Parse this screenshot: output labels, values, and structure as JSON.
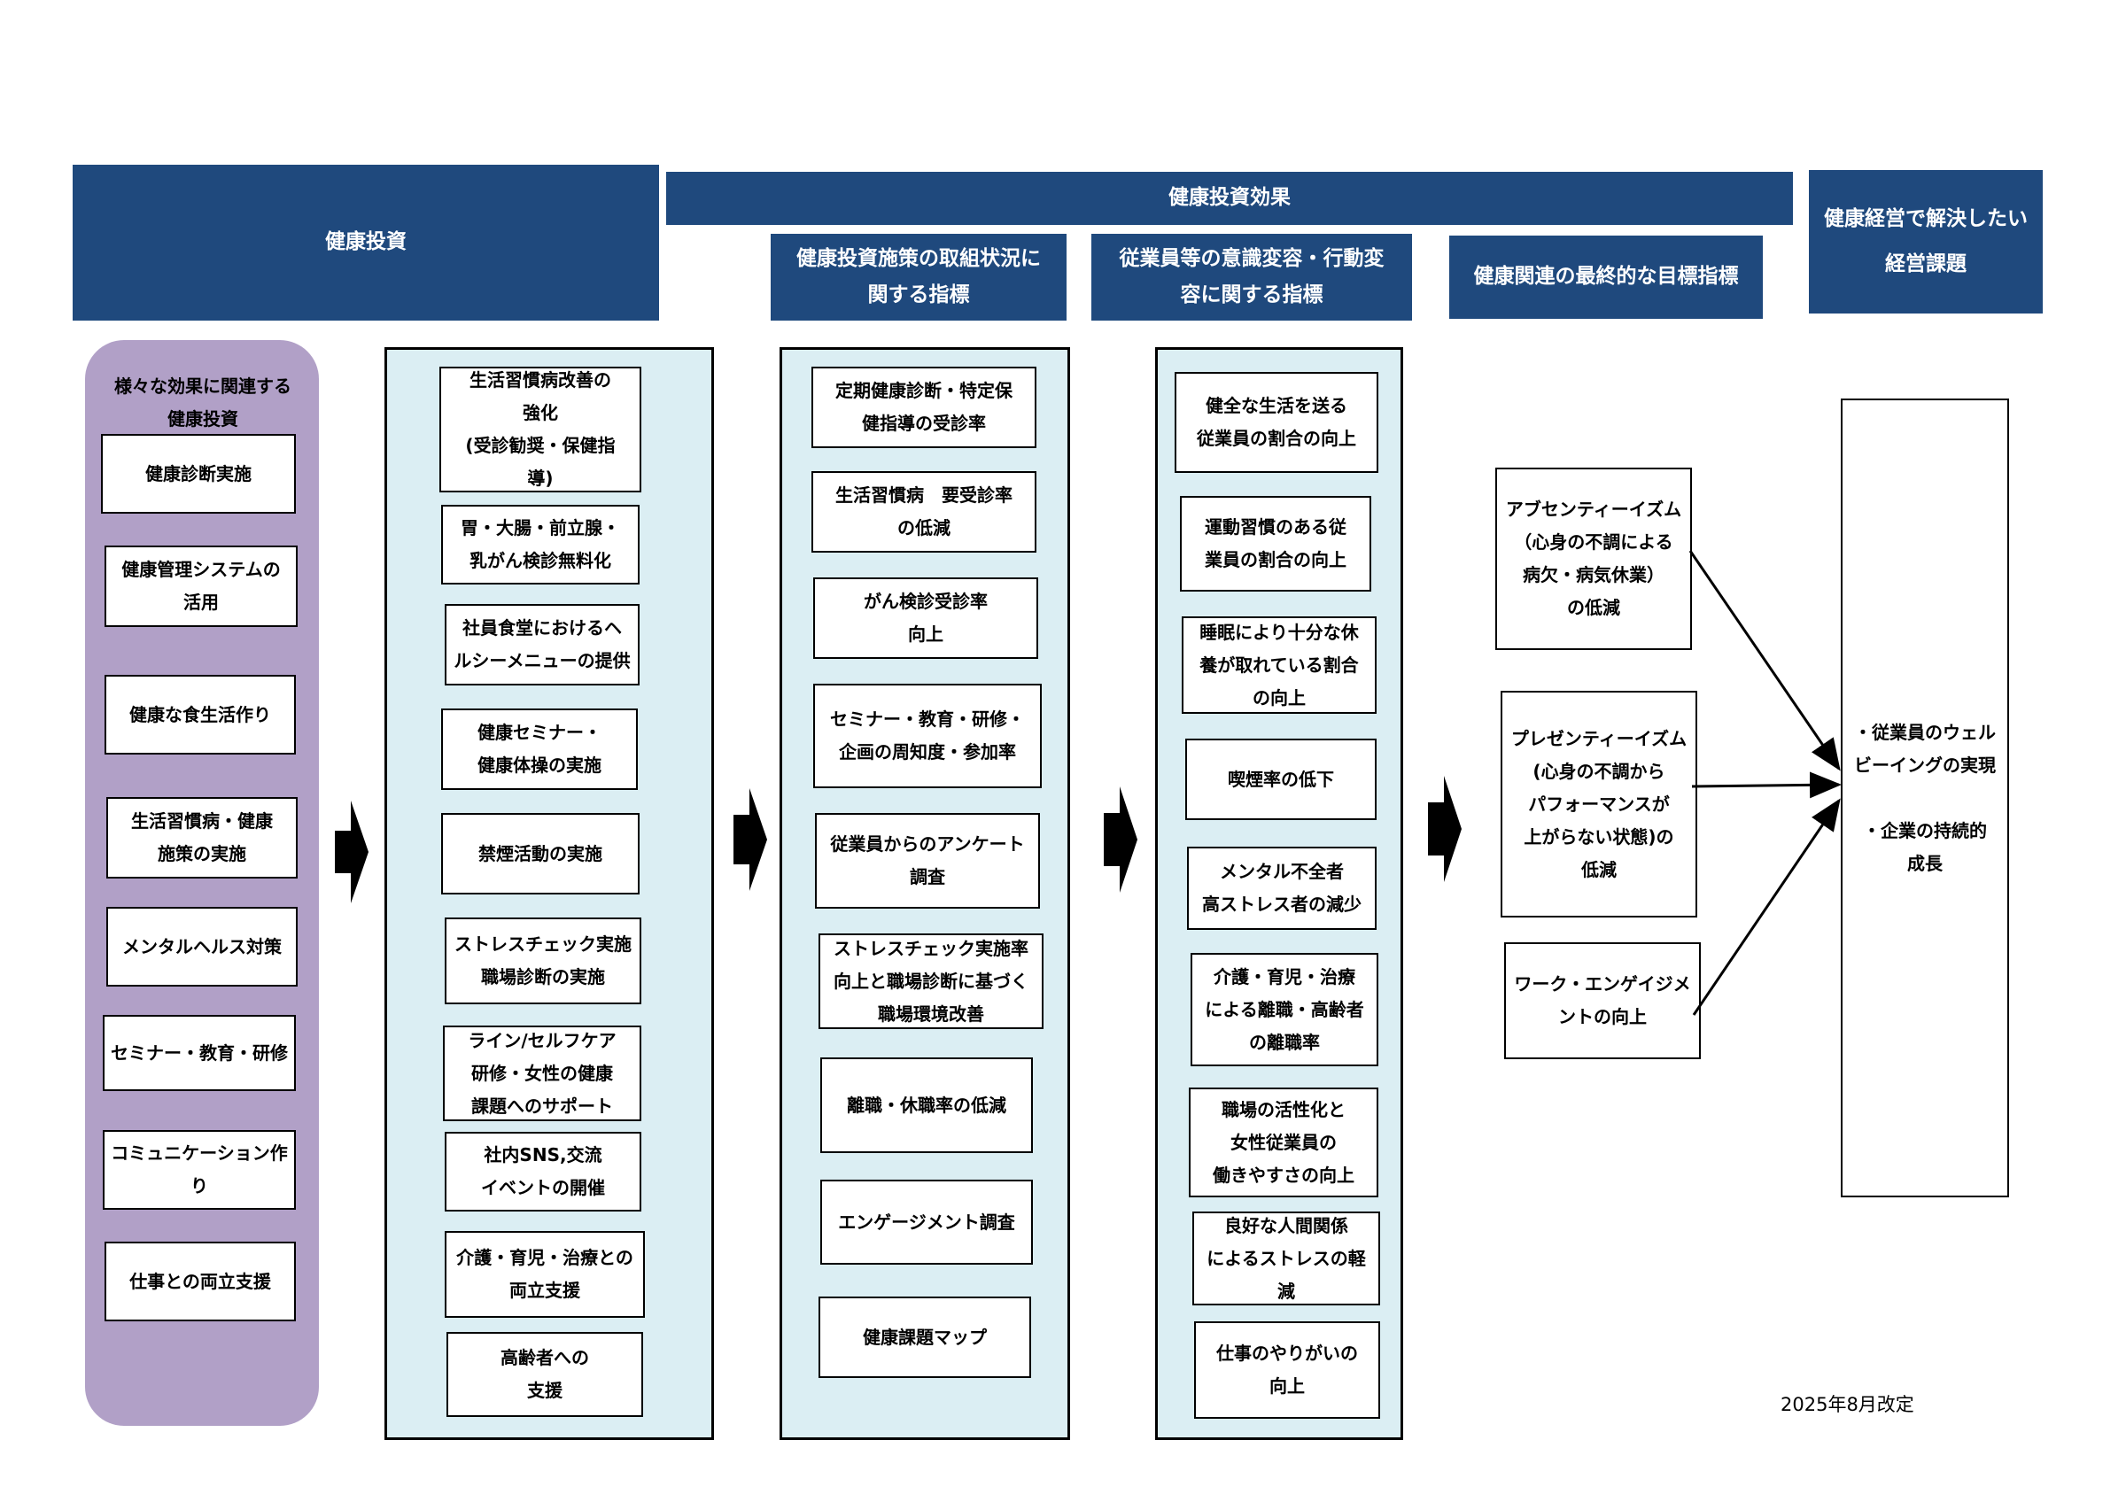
{
  "header": {
    "investment": "健康投資",
    "effect": "健康投資効果",
    "indicators_activity": "健康投資施策の取組状況に\n関する指標",
    "indicators_awareness": "従業員等の意識変容・行動変\n容に関する指標",
    "indicators_final": "健康関連の最終的な目標指標",
    "management_issue": "健康経営で解決したい\n経営課題"
  },
  "col1": {
    "label": "様々な効果に関連する\n健康投資",
    "items": [
      "健康診断実施",
      "健康管理システムの\n活用",
      "健康な食生活作り",
      "生活習慣病・健康\n施策の実施",
      "メンタルヘルス対策",
      "セミナー・教育・研修",
      "コミュニケーション作り",
      "仕事との両立支援"
    ]
  },
  "col2": {
    "items": [
      "生活習慣病改善の\n強化\n(受診勧奨・保健指\n導)",
      "胃・大腸・前立腺・\n乳がん検診無料化",
      "社員食堂におけるヘ\nルシーメニューの提供",
      "健康セミナー・\n健康体操の実施",
      "禁煙活動の実施",
      "ストレスチェック実施\n職場診断の実施",
      "ライン/セルフケア\n研修・女性の健康\n課題へのサポート",
      "社内SNS,交流\nイベントの開催",
      "介護・育児・治療との\n両立支援",
      "高齢者への\n支援"
    ]
  },
  "col3": {
    "items": [
      "定期健康診断・特定保\n健指導の受診率",
      "生活習慣病　要受診率\nの低減",
      "がん検診受診率\n向上",
      "セミナー・教育・研修・\n企画の周知度・参加率",
      "従業員からのアンケート\n調査",
      "ストレスチェック実施率\n向上と職場診断に基づく\n職場環境改善",
      "離職・休職率の低減",
      "エンゲージメント調査",
      "健康課題マップ"
    ]
  },
  "col4": {
    "items": [
      "健全な生活を送る\n従業員の割合の向上",
      "運動習慣のある従\n業員の割合の向上",
      "睡眠により十分な休\n養が取れている割合\nの向上",
      "喫煙率の低下",
      "メンタル不全者\n高ストレス者の減少",
      "介護・育児・治療\nによる離職・高齢者\nの離職率",
      "職場の活性化と\n女性従業員の\n働きやすさの向上",
      "良好な人間関係\nによるストレスの軽\n減",
      "仕事のやりがいの\n向上"
    ]
  },
  "col5": {
    "items": [
      "アブセンティーイズム\n（心身の不調による\n病欠・病気休業）\nの低減",
      "プレゼンティーイズム\n(心身の不調から\nパフォーマンスが\n上がらない状態)の\n低減",
      "ワーク・エンゲイジメ\nントの向上"
    ]
  },
  "col6": {
    "text": "・従業員のウェル\nビーイングの実現\n\n・企業の持続的\n成長"
  },
  "footer": {
    "revision": "2025年8月改定"
  },
  "colors": {
    "header": "#1f497d",
    "column_bg": "#dbeef3",
    "purple": "#b1a0c7"
  },
  "icons": [
    "right-arrow-icon"
  ]
}
